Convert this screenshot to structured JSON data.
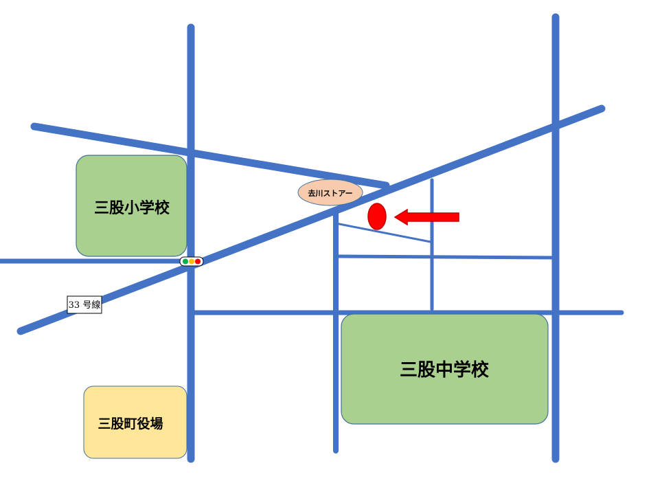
{
  "colors": {
    "road": "#4472c4",
    "school_fill": "#a9d08e",
    "school_stroke": "#41719c",
    "office_fill": "#ffe699",
    "store_fill": "#f8cbad",
    "marker": "#ff0000",
    "marker_stroke": "#c00000"
  },
  "places": {
    "elementary_school": "三股小学校",
    "junior_high_school": "三股中学校",
    "town_office": "三股町役場",
    "store": "去川ストアー"
  },
  "route": {
    "label": "33 号線"
  },
  "traffic_light": {
    "lamps": [
      "#00b050",
      "#ffc000",
      "#ff0000"
    ]
  },
  "icons": {
    "destination": "red-oval-marker",
    "pointer": "red-left-arrow"
  }
}
